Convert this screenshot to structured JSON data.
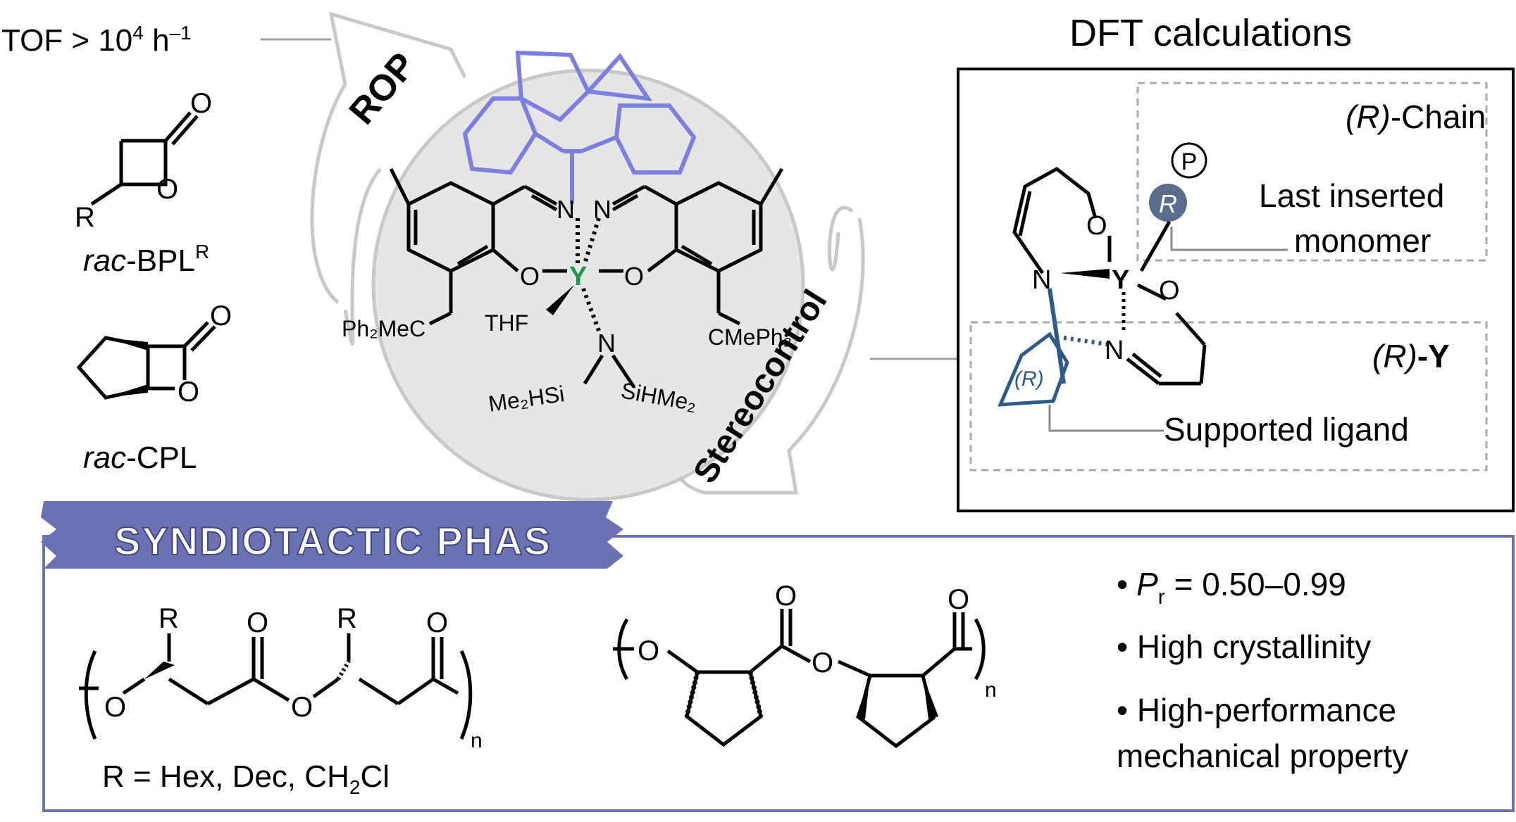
{
  "tof": {
    "prefix": "TOF > 10",
    "exponent": "4",
    "unit": " h",
    "unit_exp": "–1"
  },
  "monomers": {
    "bpl": {
      "r_label": "R",
      "o1": "O",
      "o2": "O",
      "name_italic": "rac",
      "name_rest": "-BPL",
      "name_sup": "R"
    },
    "cpl": {
      "o1": "O",
      "o2": "O",
      "name_italic": "rac",
      "name_rest": "-CPL"
    }
  },
  "cycle": {
    "rop_label": "ROP",
    "stereo_label": "Stereocontrol"
  },
  "catalyst": {
    "n_left": "N",
    "n_right": "N",
    "metal": "Y",
    "o_left": "O",
    "o_right": "O",
    "thf": "THF",
    "n_amide": "N",
    "left_sub": "Ph₂MeC",
    "right_sub": "CMePh₂",
    "si_left": "Me₂HSi",
    "si_right": "SiHMe₂"
  },
  "dft": {
    "title": "DFT calculations",
    "chain_label_paren": "(R)",
    "chain_label_rest": "-Chain",
    "p_label": "P",
    "r_label": "R",
    "last_inserted_1": "Last inserted",
    "last_inserted_2": "monomer",
    "y_label_paren": "(R)",
    "y_label_rest": "-Y",
    "supported": "Supported ligand",
    "atoms": {
      "o1": "O",
      "o2": "O",
      "y": "Y",
      "n1": "N",
      "n2": "N",
      "ring_r": "(R)"
    }
  },
  "banner": {
    "title": "SYNDIOTACTIC PHAS"
  },
  "polymer1": {
    "r1": "R",
    "r2": "R",
    "o_c1": "O",
    "o_c2": "O",
    "o_e1": "O",
    "o_e2": "O",
    "n": "n",
    "caption": "R = Hex, Dec, CH",
    "caption_sub": "2",
    "caption_tail": "Cl"
  },
  "polymer2": {
    "o_e1": "O",
    "o_c1": "O",
    "o_e2": "O",
    "o_c2": "O",
    "n": "n"
  },
  "properties": {
    "pr_bullet": "•",
    "pr_p": "P",
    "pr_sub": "r",
    "pr_rest": " = 0.50–0.99",
    "p2": "• High crystallinity",
    "p3a": "• High-performance",
    "p3b": "mechanical property"
  },
  "colors": {
    "ligand_blue": "#7b7fe0",
    "yttrium_green": "#1a9a4a",
    "banner_bg": "#6b72b3",
    "frame_blue": "#6b72b3",
    "dft_blue": "#2e5a8a",
    "grey_arrow": "#c8c8c8",
    "circle_fill": "#e6e6e6",
    "r_circle": "#5a6d8c"
  }
}
